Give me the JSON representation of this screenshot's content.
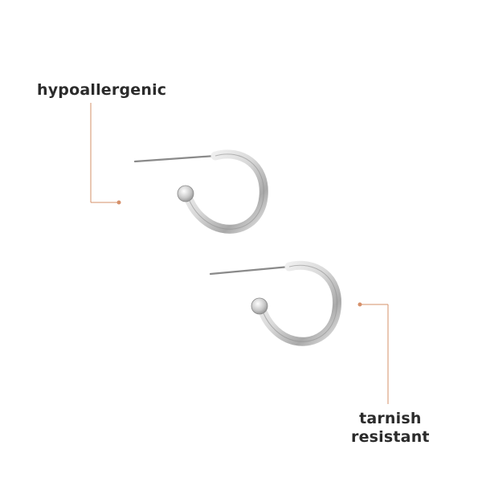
{
  "labels": {
    "hypoallergenic": "hypoallergenic",
    "tarnish_line1": "tarnish",
    "tarnish_line2": "resistant"
  },
  "colors": {
    "accent": "#d6906a",
    "text": "#2b2b2b",
    "metal_light": "#f4f4f4",
    "metal_dark": "#9a9a9a",
    "background": "#ffffff"
  },
  "icons": [
    "hoop-earring-icon",
    "hoop-earring-icon"
  ]
}
